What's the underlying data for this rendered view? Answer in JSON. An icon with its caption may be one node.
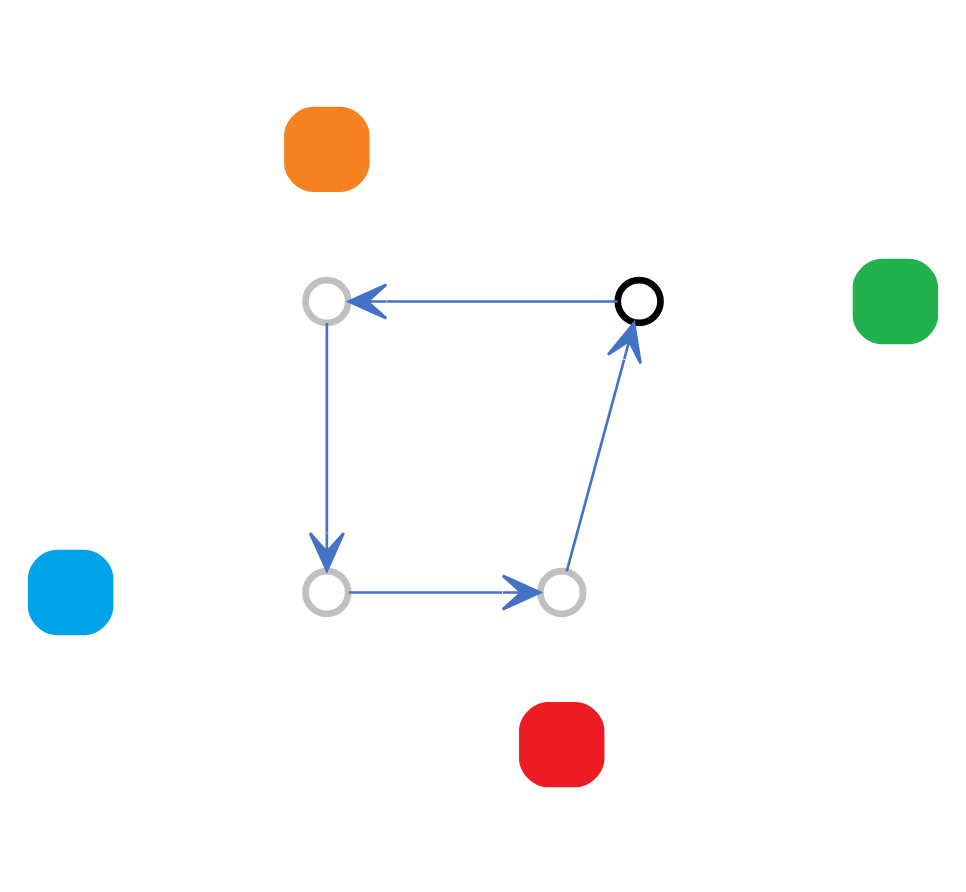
{
  "diagram": {
    "nodes": [
      {
        "text": [],
        "shape": "box"
      },
      {
        "text": [],
        "shape": "circle"
      },
      {
        "text": [],
        "shape": "circle"
      },
      {
        "text": [],
        "shape": "box"
      },
      {
        "text": [],
        "shape": "box"
      },
      {
        "text": [],
        "shape": "circle"
      },
      {
        "text": [],
        "shape": "circle"
      },
      {
        "text": [],
        "shape": "box"
      }
    ],
    "edges": [
      {
        "from": 2,
        "to": 1,
        "arrow": "to"
      },
      {
        "from": 1,
        "to": 5,
        "arrow": "to"
      },
      {
        "from": 5,
        "to": 6,
        "arrow": "to"
      },
      {
        "from": 6,
        "to": 2,
        "arrow": "to"
      }
    ]
  }
}
